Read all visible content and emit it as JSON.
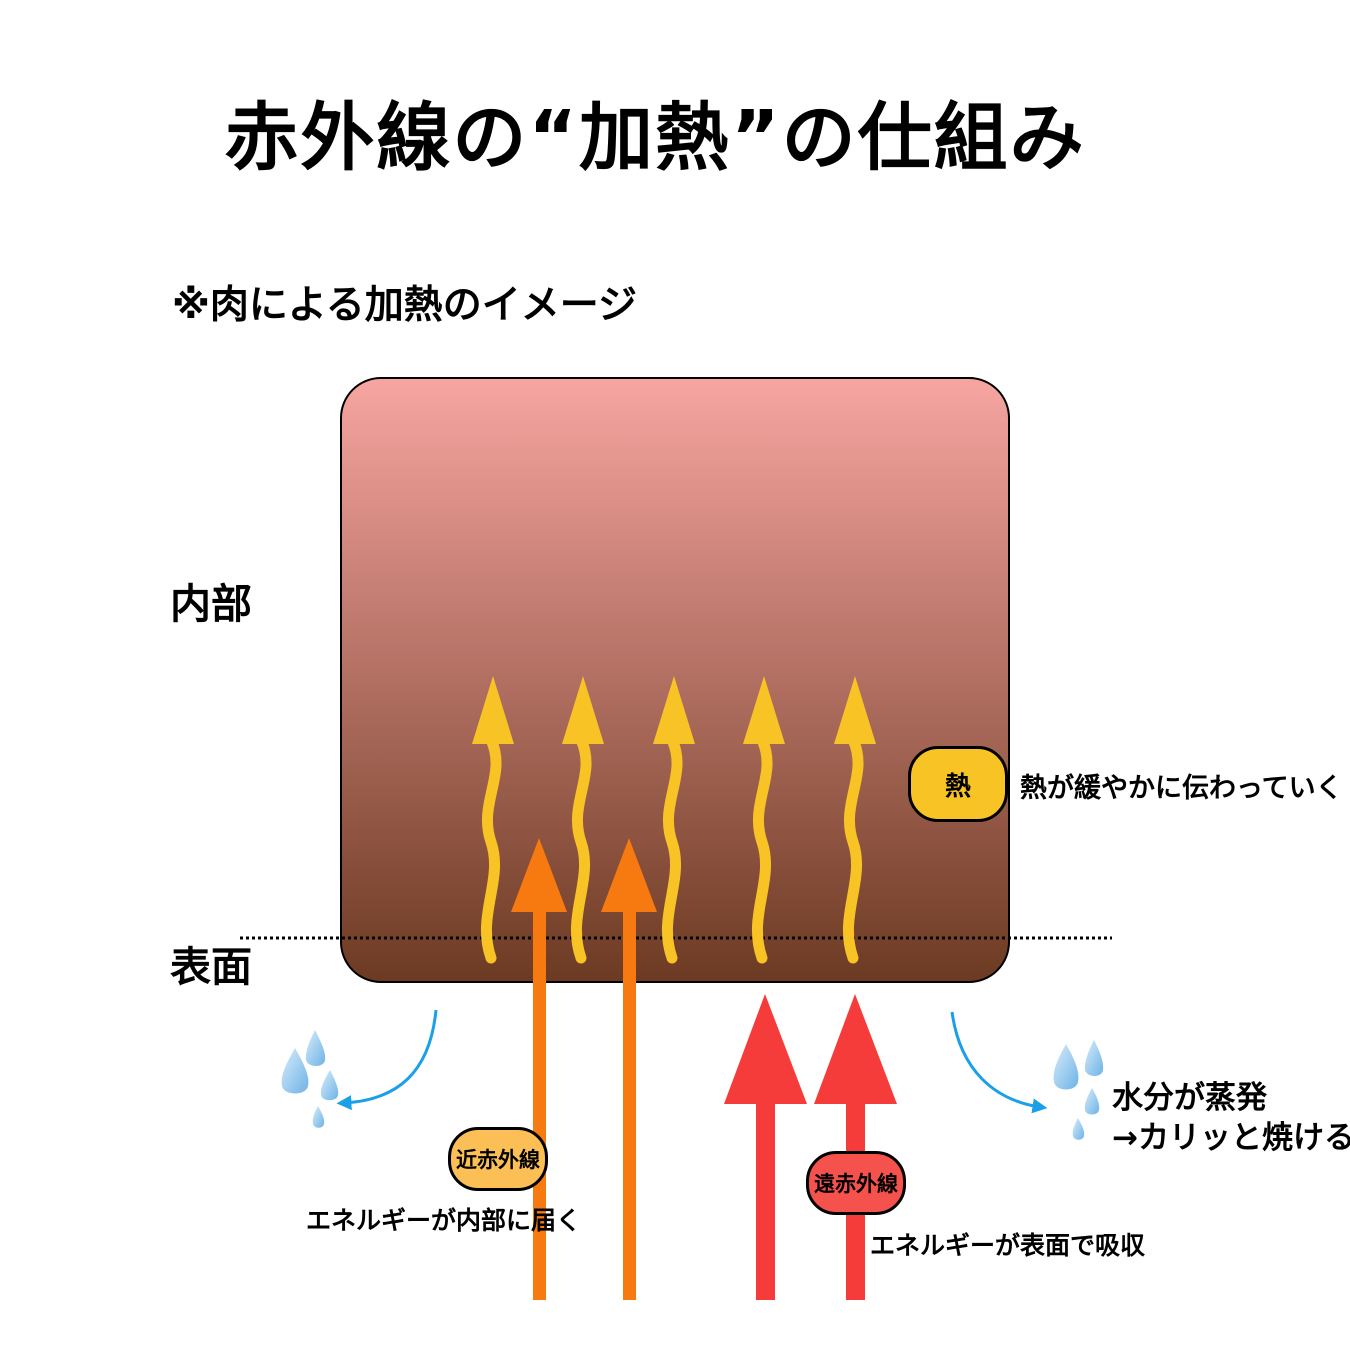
{
  "title": "赤外線の“加熱”の仕組み",
  "subtitle": "※肉による加熱のイメージ",
  "labels": {
    "inner": "内部",
    "surface": "表面"
  },
  "heat": {
    "badge": "熱",
    "description": "熱が緩やかに伝わっていく"
  },
  "near_infrared": {
    "badge": "近赤外線",
    "description": "エネルギーが内部に届く"
  },
  "far_infrared": {
    "badge": "遠赤外線",
    "description": "エネルギーが表面で吸収"
  },
  "evaporation": {
    "line1": "水分が蒸発",
    "line2": "→カリッと焼ける"
  },
  "colors": {
    "meat_top": "#f7a5a1",
    "meat_bottom": "#6c3a22",
    "heat_yellow": "#f7c325",
    "near_orange": "#f77a10",
    "far_red": "#f53c3a",
    "water_blue": "#1aa0e8",
    "near_badge_fill": "#fbbf56",
    "far_badge_fill": "#f5514d"
  }
}
